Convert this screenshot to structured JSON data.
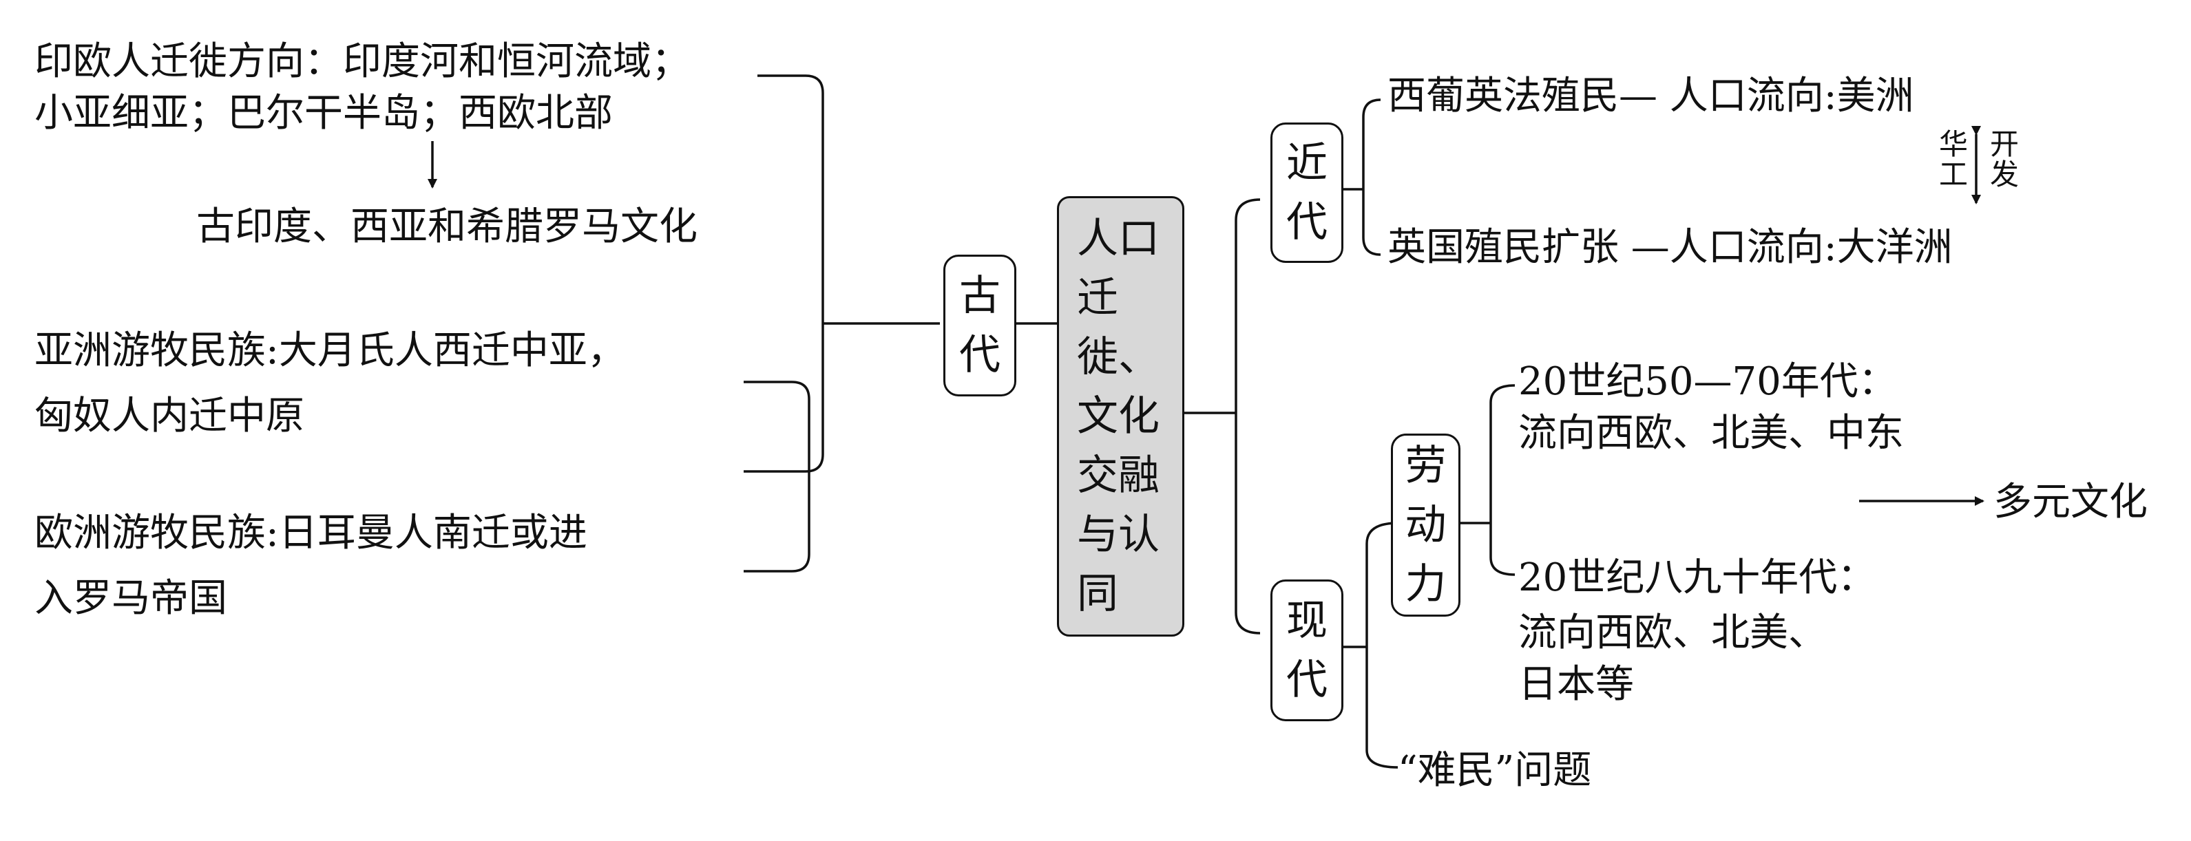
{
  "left": {
    "migration_line1": "印欧人迁徙方向：印度河和恒河流域；",
    "migration_line2": "小亚细亚；巴尔干半岛；西欧北部",
    "culture": "古印度、西亚和希腊罗马文化",
    "asia_line1": "亚洲游牧民族:大月氏人西迁中亚，",
    "asia_line2": "匈奴人内迁中原",
    "europe_line1": "欧洲游牧民族:日耳曼人南迁或进",
    "europe_line2": "入罗马帝国"
  },
  "ancient_box": [
    "古",
    "代"
  ],
  "center_box": [
    "人口",
    "迁徙、",
    "文化",
    "交融",
    "与认",
    "同"
  ],
  "modern_early_box": [
    "近",
    "代"
  ],
  "modern_box": [
    "现",
    "代"
  ],
  "labor_box": [
    "劳",
    "动",
    "力"
  ],
  "early_modern": {
    "line1": "西葡英法殖民— 人口流向:美洲",
    "line2": "英国殖民扩张 —人口流向:大洋洲",
    "left_vertical": [
      "华",
      "工"
    ],
    "right_vertical": [
      "开",
      "发"
    ]
  },
  "labor": {
    "period1": "20世纪50—70年代：",
    "dest1": "流向西欧、北美、中东",
    "period2": "20世纪八九十年代：",
    "dest2_line1": "流向西欧、北美、",
    "dest2_line2": "日本等"
  },
  "result": "多元文化",
  "refugee": "“难民”问题"
}
